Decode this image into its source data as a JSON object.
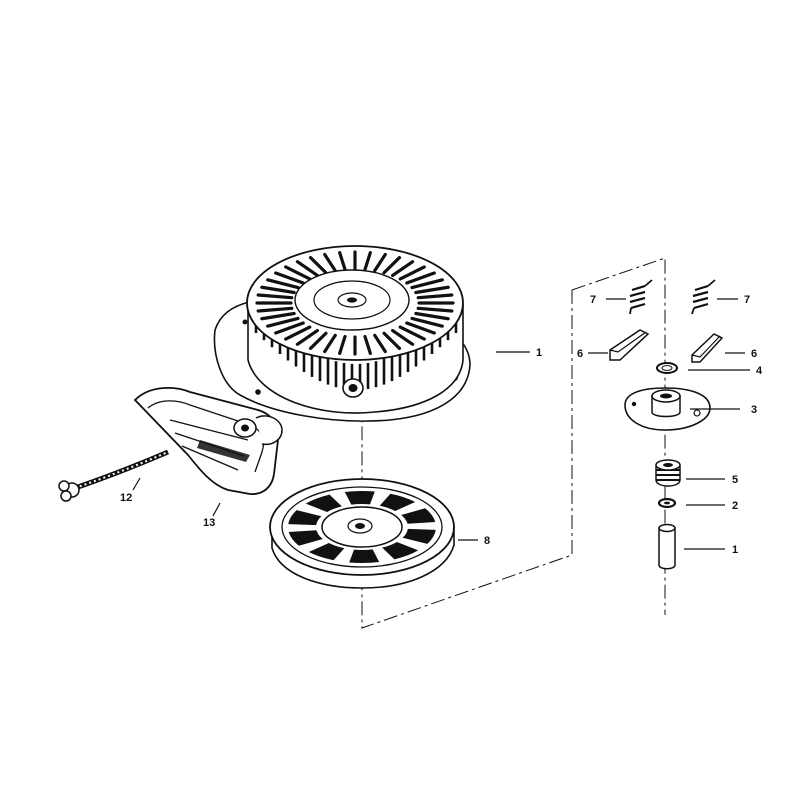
{
  "callouts": {
    "housing": "1",
    "pin": "1",
    "washer_small": "2",
    "retainer_plate": "3",
    "washer_top": "4",
    "spring_cup": "5",
    "pawl_left": "6",
    "pawl_right": "6",
    "pawl_spring_left": "7",
    "pawl_spring_right": "7",
    "pulley": "8",
    "rope": "12",
    "handle": "13"
  },
  "colors": {
    "ink": "#111111",
    "paper": "#ffffff"
  }
}
